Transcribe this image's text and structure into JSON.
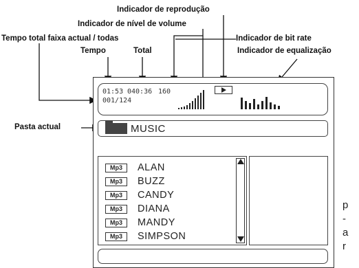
{
  "annotations": {
    "playback_indicator": "Indicador de reprodução",
    "volume_indicator": "Indicador de nível de volume",
    "time_header": "Tempo total faixa actual / todas",
    "time_label": "Tempo",
    "total_label": "Total",
    "bitrate_indicator": "Indicador de bit rate",
    "eq_indicator": "Indicador de equalização",
    "current_folder": "Pasta actual"
  },
  "status": {
    "elapsed": "01:53",
    "total": "040:36",
    "bitrate": "160",
    "track_counter": "001/124"
  },
  "folder": {
    "name": "MUSIC"
  },
  "files": [
    {
      "type": "Mp3",
      "name": "ALAN"
    },
    {
      "type": "Mp3",
      "name": "BUZZ"
    },
    {
      "type": "Mp3",
      "name": "CANDY"
    },
    {
      "type": "Mp3",
      "name": "DIANA"
    },
    {
      "type": "Mp3",
      "name": "MANDY"
    },
    {
      "type": "Mp3",
      "name": "SIMPSON"
    }
  ],
  "side_text": [
    "p",
    "-",
    "a",
    "r"
  ]
}
